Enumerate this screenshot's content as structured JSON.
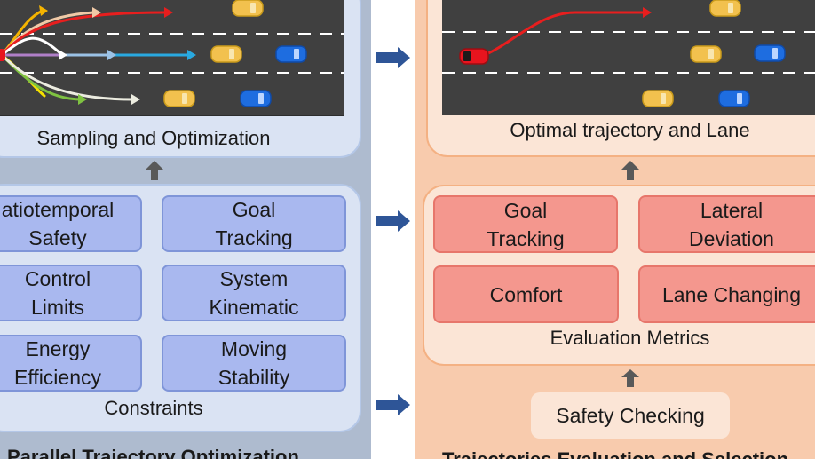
{
  "left": {
    "sampling_caption": "Sampling and Optimization",
    "constraints_caption": "Constraints",
    "title": "Parallel Trajectory Optimization",
    "constraints": [
      "atiotemporal\nSafety",
      "Goal\nTracking",
      "Control\nLimits",
      "System\nKinematic",
      "Energy\nEfficiency",
      "Moving\nStability"
    ]
  },
  "right": {
    "optimal_caption": "Optimal trajectory and Lane",
    "metrics_caption": "Evaluation Metrics",
    "safety": "Safety Checking",
    "title": "Trajectories Evaluation and Selection",
    "metrics": [
      "Goal\nTracking",
      "Lateral\nDeviation",
      "Comfort",
      "Lane Changing"
    ]
  },
  "colors": {
    "left_bg": "#aebbcf",
    "right_bg": "#f8cbad",
    "constraint_fill": "#a9b8ef",
    "metric_fill": "#f4978e",
    "road": "#404040",
    "flow_arrow": "#2e5597"
  }
}
